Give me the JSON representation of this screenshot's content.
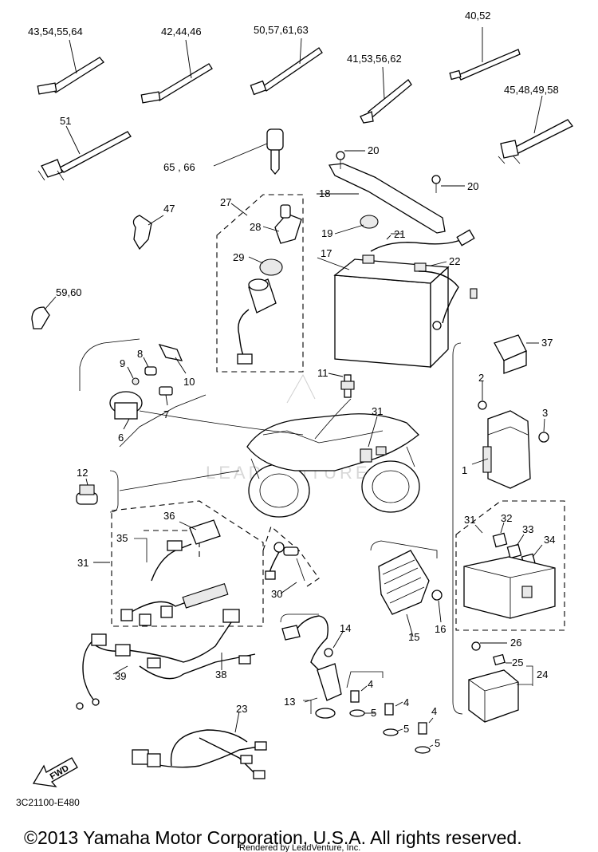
{
  "callouts": {
    "c1": "43,54,55,64",
    "c2": "42,44,46",
    "c3": "50,57,61,63",
    "c4": "40,52",
    "c5": "41,53,56,62",
    "c6": "51",
    "c7": "45,48,49,58",
    "c8": "65 , 66",
    "c9": "20",
    "c10": "18",
    "c11": "20",
    "c12": "19",
    "c13": "21",
    "c14": "17",
    "c15": "22",
    "c16": "27",
    "c17": "28",
    "c18": "29",
    "c19": "47",
    "c20": "59,60",
    "c21": "9",
    "c22": "8",
    "c23": "10",
    "c24": "6",
    "c25": "7",
    "c26": "11",
    "c27": "37",
    "c28": "2",
    "c29": "3",
    "c30": "1",
    "c31": "31",
    "c32": "12",
    "c33": "36",
    "c34": "35",
    "c35": "31",
    "c36": "30",
    "c37": "31",
    "c38": "32",
    "c39": "33",
    "c40": "34",
    "c41": "15",
    "c42": "16",
    "c43": "14",
    "c44": "13",
    "c45": "4",
    "c46": "5",
    "c47": "4",
    "c48": "5",
    "c49": "4",
    "c50": "5",
    "c51": "26",
    "c52": "25",
    "c53": "24",
    "c54": "38",
    "c55": "39",
    "c56": "23"
  },
  "fwd_label": "FWD",
  "diagram_code": "3C21100-E480",
  "watermark": "LEADVENTURE",
  "copyright": "©2013 Yamaha Motor Corporation, U.S.A. All rights reserved.",
  "render_credit": "Rendered by LeadVenture, Inc."
}
